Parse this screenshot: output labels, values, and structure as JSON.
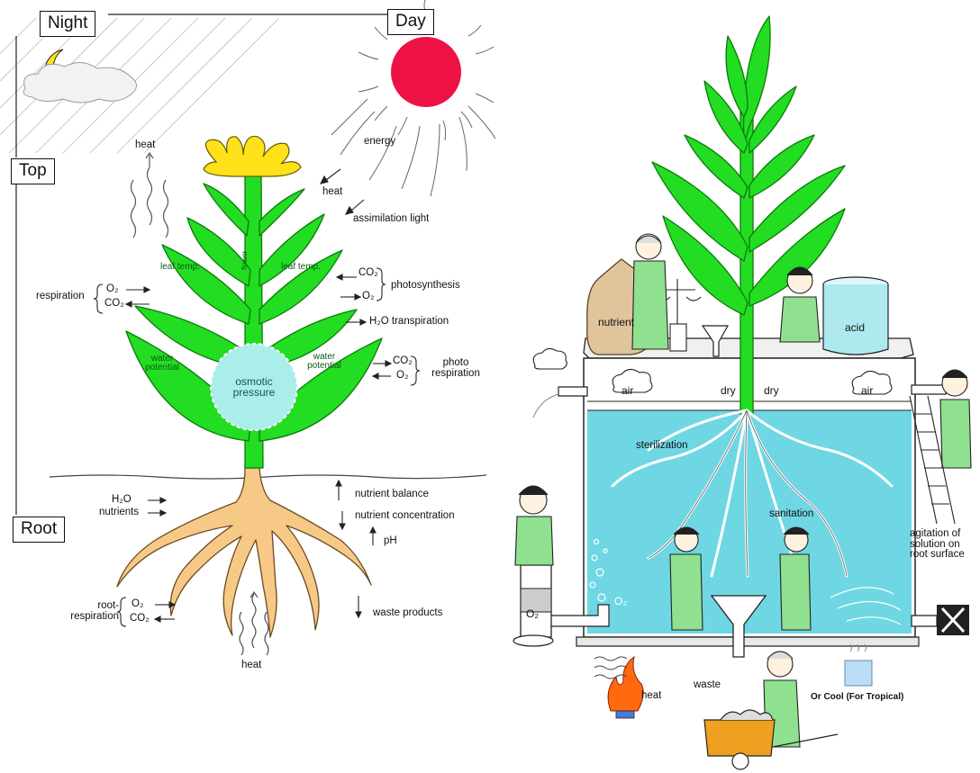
{
  "left_panel": {
    "boxes": {
      "night": "Night",
      "day": "Day",
      "top": "Top",
      "root": "Root"
    },
    "labels": {
      "heat_top": "heat",
      "energy": "energy",
      "heat_sun": "heat",
      "assimilation_light": "assimilation light",
      "leaf_temp_left": "leaf temp.",
      "leaf_temp_right": "leaf temp.",
      "stem_label": "flower",
      "respiration": "respiration",
      "resp_o2": "O₂",
      "resp_co2": "CO₂",
      "ps_co2": "CO₂",
      "ps_o2": "O₂",
      "photosynthesis": "photosynthesis",
      "transpiration": "H₂O transpiration",
      "water_potential_left": "water potential",
      "water_potential_right": "water potential",
      "osmotic_pressure": "osmotic pressure",
      "pr_co2": "CO₂",
      "pr_o2": "O₂",
      "photo_respiration": "photo respiration",
      "h2o": "H₂O",
      "nutrients": "nutrients",
      "nutrient_balance": "nutrient balance",
      "nutrient_concentration": "nutrient concentration",
      "ph": "pH",
      "root_respiration": "root-respiration",
      "rr_o2": "O₂",
      "rr_co2": "CO₂",
      "waste_products": "waste products",
      "heat_bottom": "heat"
    }
  },
  "right_panel": {
    "labels": {
      "nutrient": "nutrient",
      "acid": "acid",
      "air_left": "air",
      "air_right": "air",
      "dry_left": "dry",
      "dry_right": "dry",
      "sterilization": "sterilization",
      "sanitation": "sanitation",
      "o2_bubbles": "O₂",
      "o2_pump": "O₂",
      "agitation": "agitation of solution on root surface",
      "heat": "heat",
      "waste": "waste",
      "cool": "Or Cool (For Tropical)"
    }
  },
  "colors": {
    "leaf": "#22dd22",
    "leaf_outline": "#0a7a0a",
    "flower": "#ffe21a",
    "sun": "#ee1145",
    "root": "#f7c987",
    "osmotic": "#aaeeea",
    "tank_water": "#6fd7e4",
    "coat": "#8fe08f",
    "sack": "#e0c49c"
  }
}
